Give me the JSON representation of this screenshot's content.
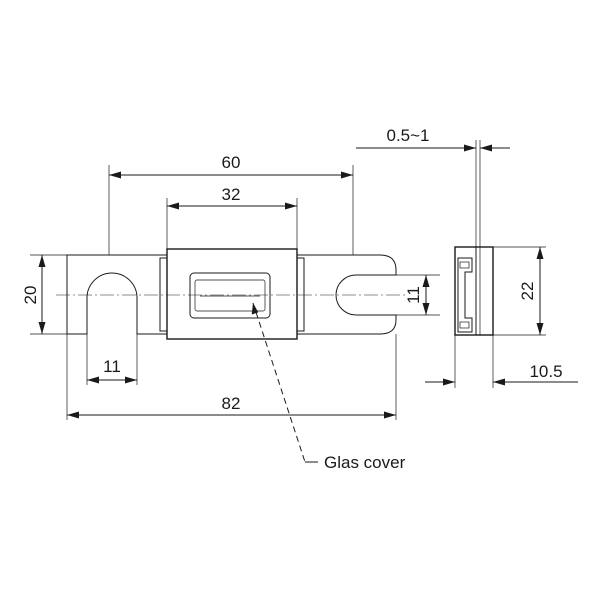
{
  "dimensions": {
    "d60": "60",
    "d32": "32",
    "d20": "20",
    "d11_slot": "11",
    "d11_hole": "11",
    "d82": "82",
    "d0_5_1": "0.5~1",
    "d22": "22",
    "d10_5": "10.5"
  },
  "labels": {
    "glass_cover": "Glas cover"
  }
}
